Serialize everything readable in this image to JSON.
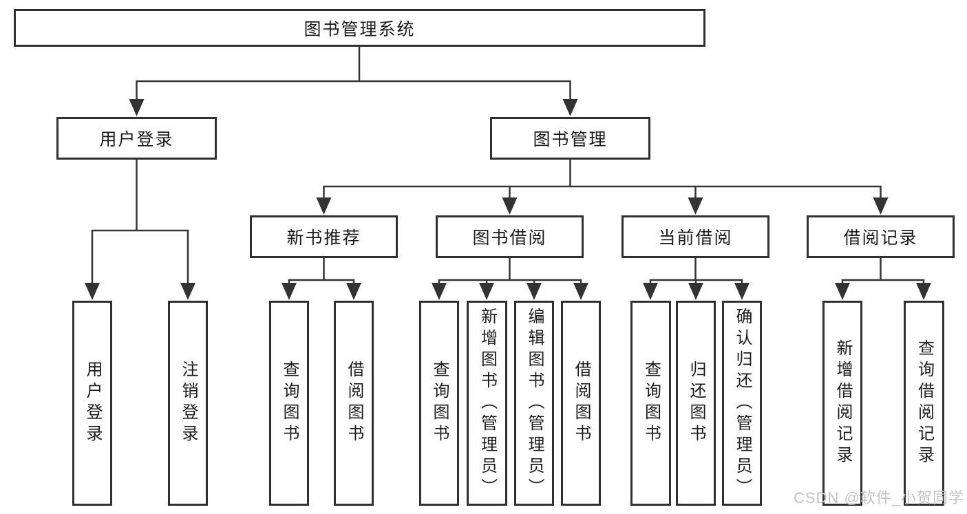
{
  "colors": {
    "line": "#333333",
    "box_border": "#303030",
    "text": "#1c1c1c",
    "watermark_text": "#c3c3c3",
    "background": "#ffffff"
  },
  "diagram": {
    "root": {
      "label": "图书管理系统"
    },
    "branches": [
      {
        "label": "用户登录",
        "children": [
          "用户登录",
          "注销登录"
        ]
      },
      {
        "label": "图书管理",
        "children": [
          {
            "label": "新书推荐",
            "children": [
              "查询图书",
              "借阅图书"
            ]
          },
          {
            "label": "图书借阅",
            "children": [
              "查询图书",
              "新增图书（管理员）",
              "编辑图书（管理员）",
              "借阅图书"
            ]
          },
          {
            "label": "当前借阅",
            "children": [
              "查询图书",
              "归还图书",
              "确认归还（管理员）"
            ]
          },
          {
            "label": "借阅记录",
            "children": [
              "新增借阅记录",
              "查询借阅记录"
            ]
          }
        ]
      }
    ]
  },
  "watermark": {
    "text": "CSDN @软件_小贺同学"
  }
}
